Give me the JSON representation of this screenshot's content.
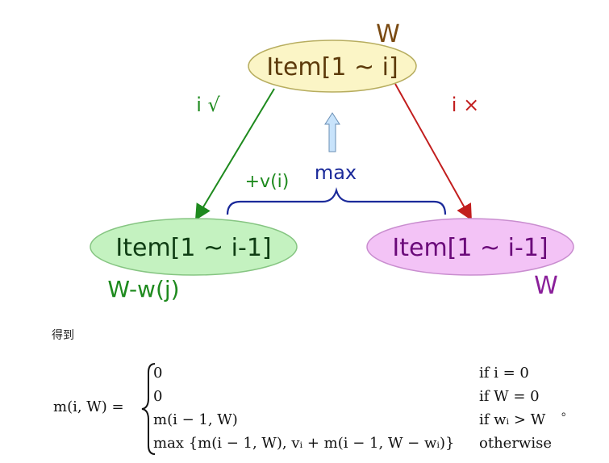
{
  "diagram": {
    "top_node": {
      "label": "Item[1 ~ i]",
      "capacity": "W",
      "fill": "#fbf5c6",
      "stroke": "#b7ad5f",
      "text_color": "#5c3a0a"
    },
    "left_node": {
      "label": "Item[1 ~ i-1]",
      "capacity": "W-w(j)",
      "fill": "#c4f2c0",
      "stroke": "#86c582",
      "text_color": "#0f3d13",
      "capacity_color": "#1e8a1e"
    },
    "right_node": {
      "label": "Item[1 ~ i-1]",
      "capacity": "W",
      "fill": "#f3c3f6",
      "stroke": "#c98dcf",
      "text_color": "#6b0a7a",
      "capacity_color": "#8a1f9a"
    },
    "left_edge_label": "i √",
    "left_edge_color": "#1e8a1e",
    "right_edge_label": "i ×",
    "right_edge_color": "#c21e1e",
    "brace_label": "max",
    "brace_color": "#1b2a9a",
    "bonus_label": "+v(i)",
    "bonus_color": "#1e8a1e",
    "up_arrow_fill": "#c8e3fb"
  },
  "caption": "得到",
  "formula": {
    "lhs": "m(i, W) =",
    "cases": [
      {
        "value": "0",
        "condition": "if i = 0"
      },
      {
        "value": "0",
        "condition": "if W = 0"
      },
      {
        "value": "m(i − 1, W)",
        "condition": "if wᵢ > W"
      },
      {
        "value": "max {m(i − 1, W), vᵢ + m(i − 1, W − wᵢ)}",
        "condition": "otherwise"
      }
    ],
    "trailing": "。"
  }
}
